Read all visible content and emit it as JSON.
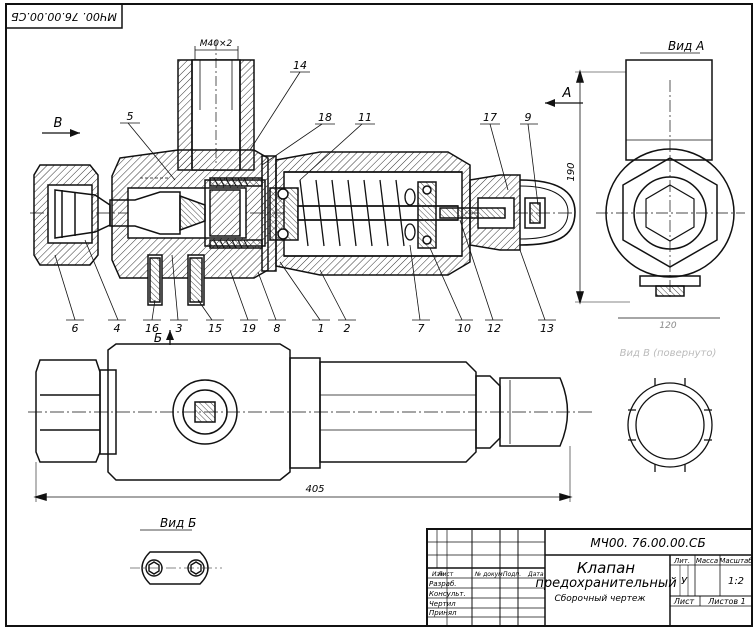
{
  "drawing": {
    "code_corner": "МЧ00. 76.00.00.СБ",
    "dim_thread": "М40×2",
    "dim_length": "405",
    "dim_height": "190",
    "dim_width_view_a": "120",
    "view_a_title": "Вид А",
    "view_b_title": "Вид Б",
    "view_b_faded_title": "Вид В (повернуто)",
    "arrow_a": "А",
    "arrow_b": "Б",
    "arrow_v": "В",
    "part_numbers": [
      "14",
      "18",
      "11",
      "17",
      "9",
      "5",
      "6",
      "4",
      "16",
      "3",
      "15",
      "19",
      "8",
      "1",
      "2",
      "7",
      "10",
      "12",
      "13"
    ]
  },
  "title_block": {
    "code": "МЧ00. 76.00.00.СБ",
    "name_line1": "Клапан",
    "name_line2": "предохранительный",
    "doc_type": "Сборочный чертеж",
    "lit": "Лит.",
    "mass": "Масса",
    "scale_label": "Масштаб",
    "lit_value": "У",
    "scale_value": "1:2",
    "sheet": "Лист",
    "sheets": "Листов 1",
    "rev_headers": [
      "Изм",
      "Лист",
      "№ докум.",
      "Подп.",
      "Дата"
    ],
    "roles": [
      "Разраб.",
      "Консульт.",
      "Чертил",
      "Принял"
    ]
  },
  "colors": {
    "ink": "#111111",
    "hatch": "#333333",
    "paper": "#ffffff"
  }
}
